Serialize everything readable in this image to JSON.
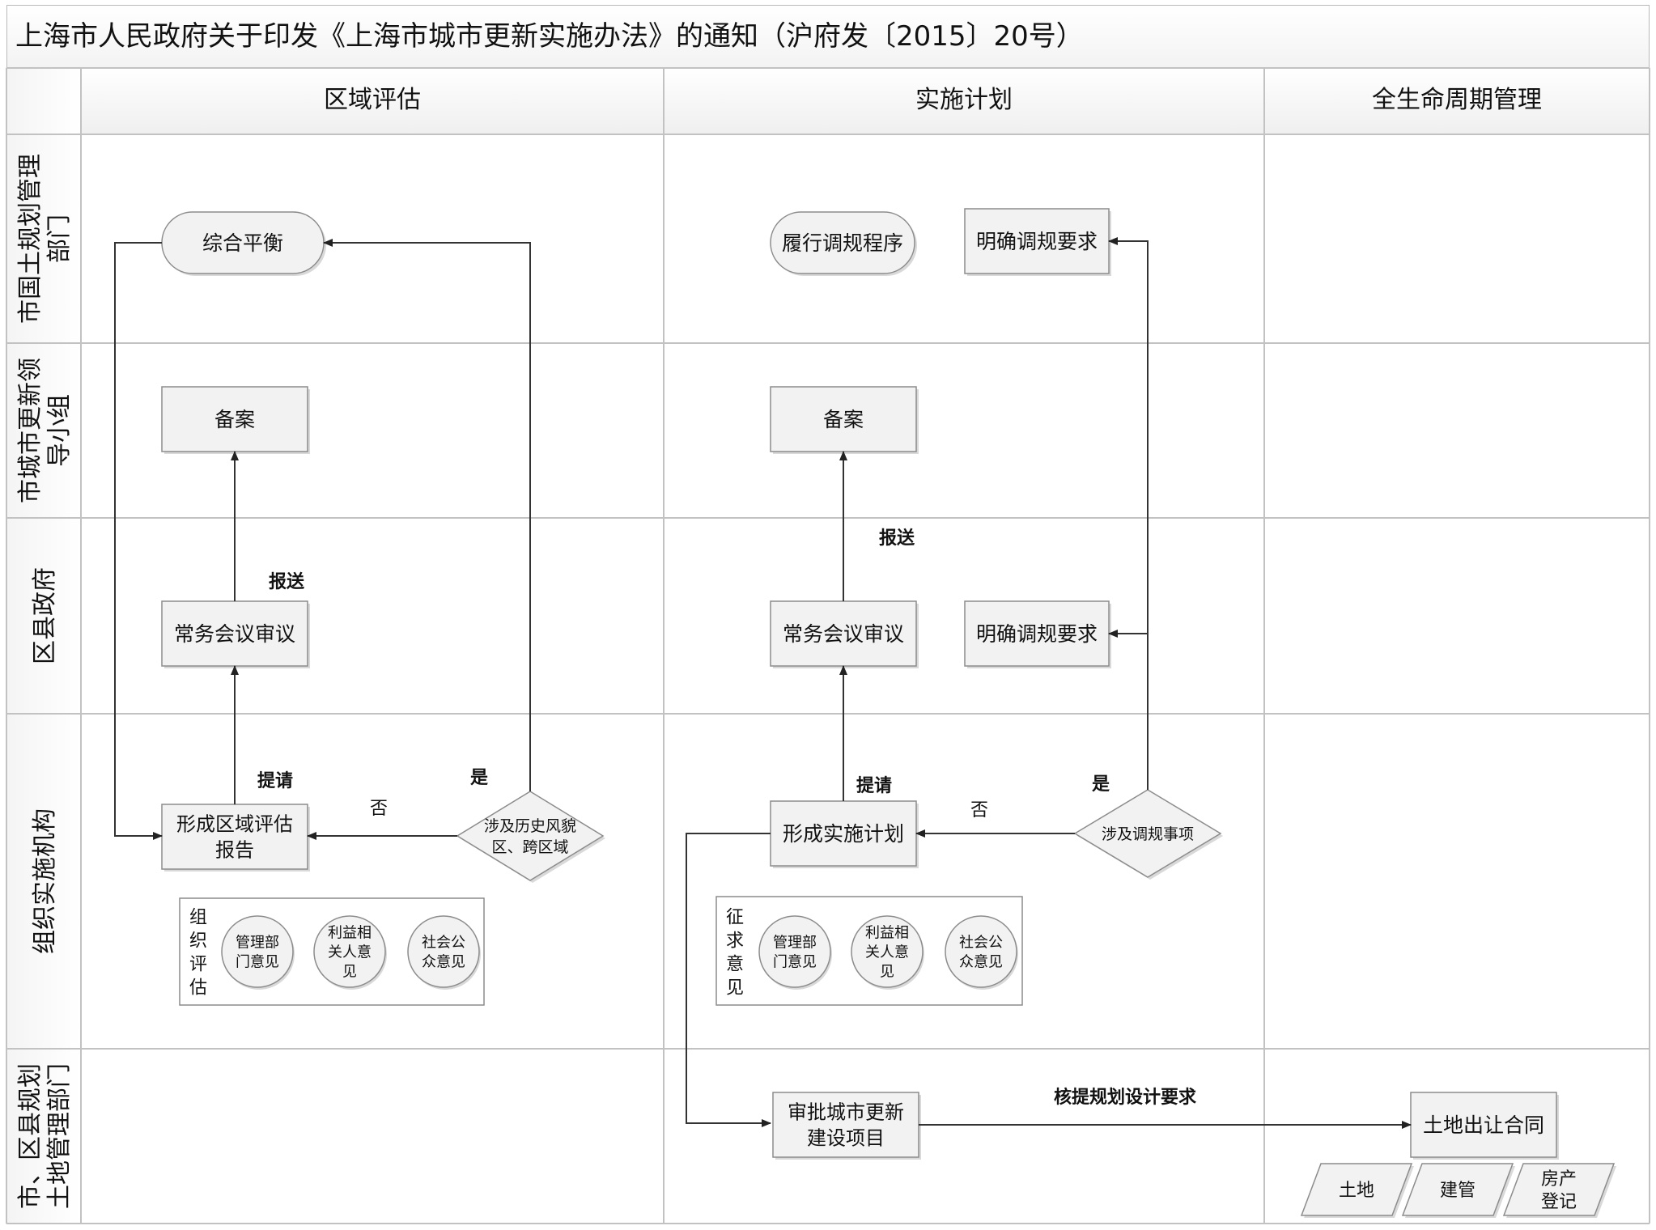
{
  "title": "上海市人民政府关于印发《上海市城市更新实施办法》的通知（沪府发〔2015〕20号）",
  "phases": [
    "区域评估",
    "实施计划",
    "全生命周期管理"
  ],
  "lanes": [
    [
      "市国土规划管理",
      "部门"
    ],
    [
      "市城市更新领",
      "导小组"
    ],
    [
      "区县政府"
    ],
    [
      "组织实施机构"
    ],
    [
      "市、区县规划",
      "土地管理部门"
    ]
  ],
  "nodes": {
    "zonghe": "综合平衡",
    "beian1": "备案",
    "changwu1": "常务会议审议",
    "xingcheng_report": [
      "形成区域评估",
      "报告"
    ],
    "sheji_history": [
      "涉及历史风貌",
      "区、跨区域"
    ],
    "lvxing": "履行调规程序",
    "mingque_top": "明确调规要求",
    "beian2": "备案",
    "changwu2": "常务会议审议",
    "mingque_mid": "明确调规要求",
    "xingcheng_plan": "形成实施计划",
    "sheji_tiaogui": "涉及调规事项",
    "shenpi": [
      "审批城市更新",
      "建设项目"
    ],
    "tudi_contract": "土地出让合同"
  },
  "group1": {
    "label": [
      "组",
      "织",
      "评",
      "估"
    ],
    "circles": [
      [
        "管理部",
        "门意见"
      ],
      [
        "利益相",
        "关人意",
        "见"
      ],
      [
        "社会公",
        "众意见"
      ]
    ]
  },
  "group2": {
    "label": [
      "征",
      "求",
      "意",
      "见"
    ],
    "circles": [
      [
        "管理部",
        "门意见"
      ],
      [
        "利益相",
        "关人意",
        "见"
      ],
      [
        "社会公",
        "众意见"
      ]
    ]
  },
  "edge_labels": {
    "baosong1": "报送",
    "tiqing1": "提请",
    "fou1": "否",
    "shi1": "是",
    "baosong2": "报送",
    "tiqing2": "提请",
    "fou2": "否",
    "shi2": "是",
    "hezhi": "核提规划设计要求"
  },
  "docs": [
    "土地",
    "建管",
    [
      "房产",
      "登记"
    ]
  ]
}
